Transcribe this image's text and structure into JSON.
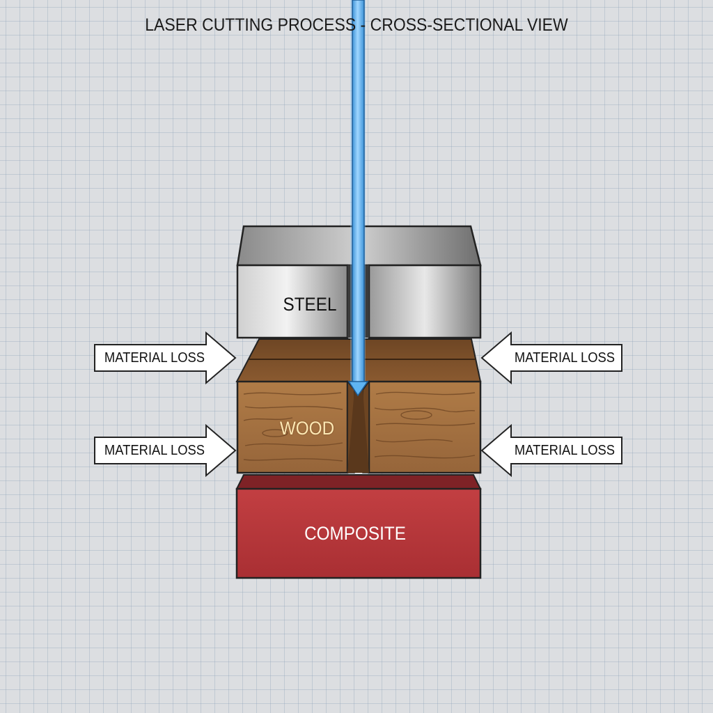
{
  "title": "LASER CUTTING PROCESS - CROSS-SECTIONAL VIEW",
  "layers": {
    "steel": "STEEL",
    "wood": "WOOD",
    "composite": "COMPOSITE"
  },
  "material_loss_labels": {
    "left_upper": "MATERIAL LOSS",
    "left_lower": "MATERIAL LOSS",
    "right_upper": "MATERIAL LOSS",
    "right_lower": "MATERIAL LOSS"
  },
  "colors": {
    "laser_beam": "#5fb4f2",
    "steel": "#b8b8b8",
    "wood": "#a2703f",
    "composite": "#b8363a",
    "background": "#dcdee1"
  }
}
